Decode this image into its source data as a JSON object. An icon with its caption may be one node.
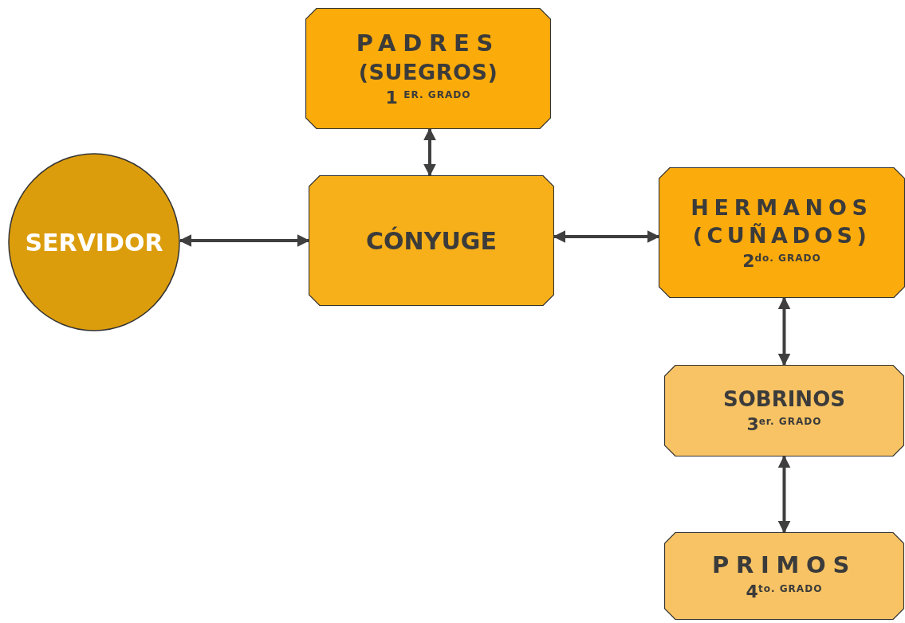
{
  "diagram": {
    "nodes": [
      {
        "text": [
          "PADRES",
          "(SUEGROS)",
          "1 $^{ER. GRADO}$"
        ]
      },
      {
        "text": [
          "SERVIDOR"
        ]
      },
      {
        "text": [
          "CÓNYUGE"
        ]
      },
      {
        "text": [
          "HERMANOS",
          "(CUÑADOS)",
          "2$^{do. GRADO}$"
        ]
      },
      {
        "text": [
          "SOBRINOS",
          "3$^{er. GRADO}$"
        ]
      },
      {
        "text": [
          "PRIMOS",
          "4$^{to. GRADO}$"
        ]
      }
    ],
    "edges": [
      {
        "from": 0,
        "to": 2,
        "arrow": "both"
      },
      {
        "from": 1,
        "to": 2,
        "arrow": "both"
      },
      {
        "from": 2,
        "to": 3,
        "arrow": "both"
      },
      {
        "from": 3,
        "to": 4,
        "arrow": "both"
      },
      {
        "from": 4,
        "to": 5,
        "arrow": "both"
      }
    ]
  }
}
